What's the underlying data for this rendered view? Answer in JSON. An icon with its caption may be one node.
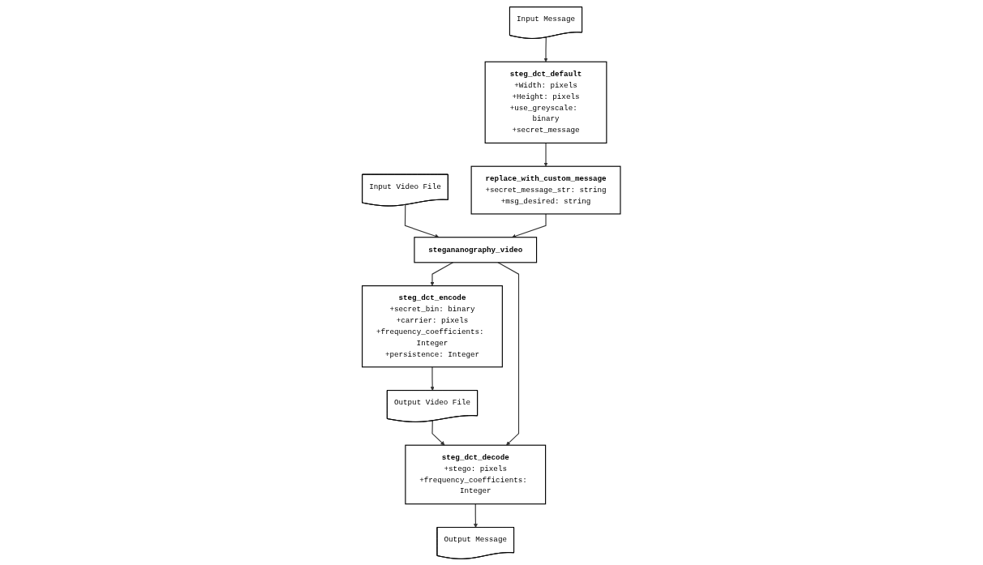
{
  "diagram": {
    "nodes": [
      {
        "text": [
          "Input Video File"
        ]
      },
      {
        "text": [
          "stegananography_video"
        ]
      },
      {
        "text": [
          "steg_dct_encode",
          "+secret_bin: binary",
          "+carrier: pixels",
          "+frequency_coefficients: Integer",
          "+persistence: Integer"
        ]
      },
      {
        "text": [
          "Output Video File"
        ]
      },
      {
        "text": [
          "Input Message"
        ]
      },
      {
        "text": [
          "steg_dct_decode",
          "+stego: pixels",
          "+frequency_coefficients: Integer"
        ]
      },
      {
        "text": [
          "steg_dct_default",
          "+Width: pixels",
          "+Height: pixels",
          "+use_greyscale: binary",
          "+secret_message"
        ]
      },
      {
        "text": [
          "replace_with_custom_message",
          "+secret_message_str: string",
          "+msg_desired: string"
        ]
      },
      {
        "text": [
          "Output Message"
        ]
      }
    ],
    "edges": [
      {
        "from": 0,
        "to": 1,
        "arrow": "to"
      },
      {
        "from": 1,
        "to": 2,
        "arrow": "to"
      },
      {
        "from": 2,
        "to": 3,
        "arrow": "to"
      },
      {
        "from": 3,
        "to": 5,
        "arrow": "to"
      },
      {
        "from": 1,
        "to": 5,
        "arrow": "to"
      },
      {
        "from": 4,
        "to": 6,
        "arrow": "to"
      },
      {
        "from": 6,
        "to": 7,
        "arrow": "to"
      },
      {
        "from": 7,
        "to": 1,
        "arrow": "to"
      },
      {
        "from": 5,
        "to": 8,
        "arrow": "to"
      }
    ]
  }
}
